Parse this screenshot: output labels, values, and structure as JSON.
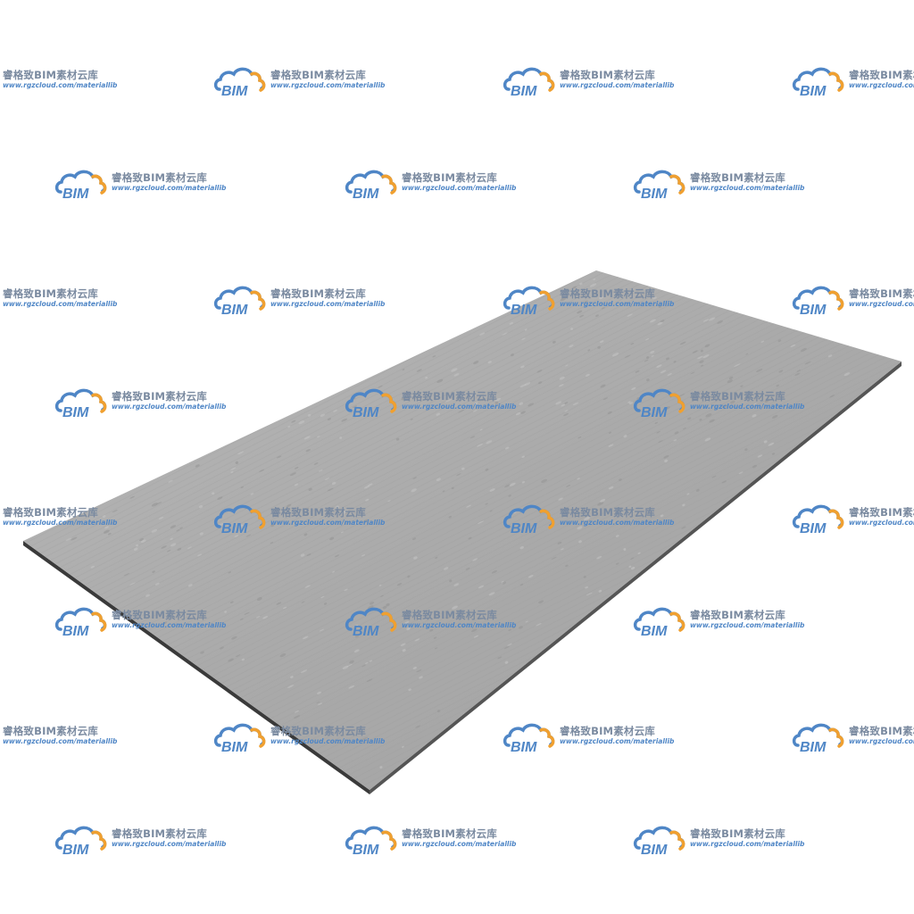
{
  "watermark": {
    "logo_text": "BIM",
    "name": "睿格致BIM素材云库",
    "url": "www.rgzcloud.com/materiallib",
    "colors": {
      "cloud_blue": "#4f86c6",
      "cloud_orange": "#f0a030",
      "name_text": "#7a8aa0"
    }
  },
  "panel": {
    "material": "textured gray board",
    "colors": {
      "surface": "#a9a9a9",
      "surface_light": "#b9b9b9",
      "edge": "#444444"
    }
  }
}
